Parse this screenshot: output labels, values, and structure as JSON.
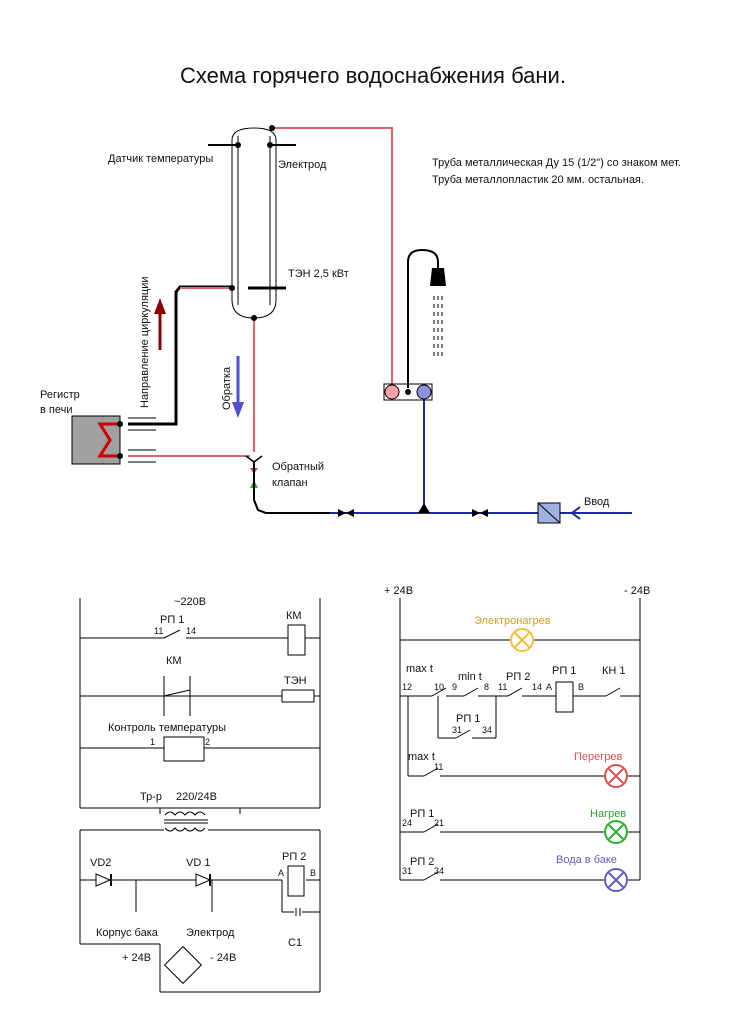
{
  "title": "Схема горячего водоснабжения бани.",
  "notes": {
    "line1": "Труба металлическая Ду 15 (1/2\") со знаком мет.",
    "line2": "Труба металлопластик 20 мм. остальная."
  },
  "plumbing": {
    "temp_sensor": "Датчик температуры",
    "electrode": "Электрод",
    "heater": "ТЭН 2,5 кВт",
    "circulation": "Направление циркуляции",
    "return": "Обратка",
    "register_line1": "Регистр",
    "register_line2": "в печи",
    "check_valve_line1": "Обратный",
    "check_valve_line2": "клапан",
    "inlet": "Ввод"
  },
  "power": {
    "supply": "~220В",
    "rp1": "РП 1",
    "pin11": "11",
    "pin14": "14",
    "km_coil": "КМ",
    "km_contacts": "КМ",
    "ten": "ТЭН",
    "temp_control": "Контроль температуры",
    "pin1": "1",
    "pin2": "2",
    "transformer": "Тр-р",
    "transformer_ratio": "220/24В",
    "vd2": "VD2",
    "vd1": "VD 1",
    "rp2": "РП 2",
    "a": "А",
    "b": "В",
    "c1": "С1",
    "tank_body": "Корпус бака",
    "electrode": "Электрод",
    "plus24": "+ 24В",
    "minus24": "- 24В"
  },
  "control": {
    "plus24": "+ 24В",
    "minus24": "- 24В",
    "electro_heat": "Электронагрев",
    "max_t": "max t",
    "min_t": "min t",
    "rp2": "РП 2",
    "rp1": "РП 1",
    "kn1": "КН 1",
    "p12": "12",
    "p10": "10",
    "p9": "9",
    "p8": "8",
    "p11": "11",
    "p14": "14",
    "a": "А",
    "b": "В",
    "rp1_lower": "РП 1",
    "p31": "31",
    "p34": "34",
    "max_t2": "max t",
    "p11b": "11",
    "overheat": "Перегрев",
    "rp1_row3": "РП 1",
    "p24": "24",
    "p21": "21",
    "heating": "Нагрев",
    "rp2_row4": "РП 2",
    "p31b": "31",
    "p34b": "34",
    "water_in_tank": "Вода в баке"
  },
  "colors": {
    "hot_pipe": "#e06464",
    "cold_pipe": "#1a2aa0",
    "black_pipe": "#000000",
    "register_fill": "#a0a0a0",
    "register_coil": "#cc0000",
    "circulation_arrow": "#8b0000",
    "return_arrow": "#5050d0",
    "lamp_electro_heat": "#f0c040",
    "lamp_overheat": "#e05050",
    "lamp_heating": "#30b030",
    "lamp_water": "#6060c0"
  },
  "icons": {
    "shower": "shower-icon",
    "check_valve": "check-valve-icon",
    "valve": "valve-icon",
    "lamp": "lamp-icon"
  }
}
